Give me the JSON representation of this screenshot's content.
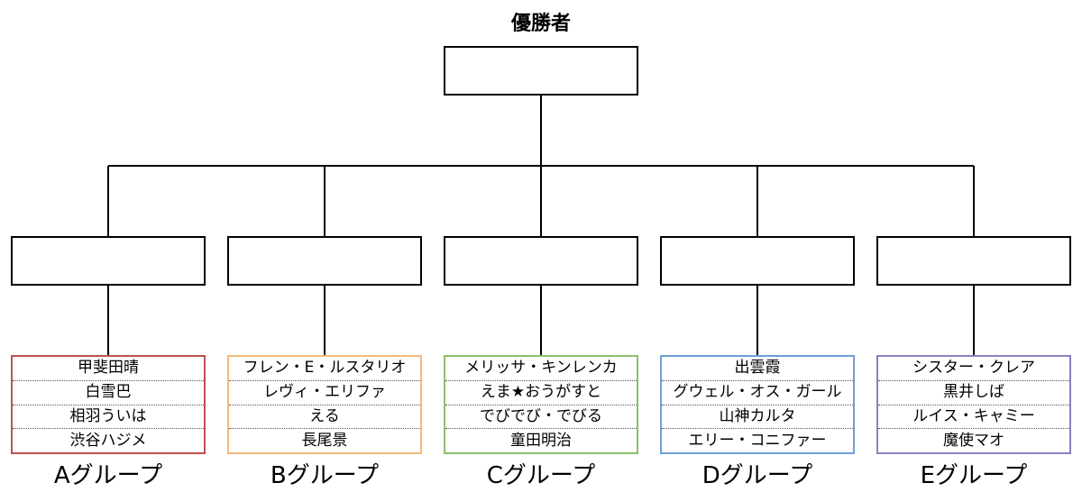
{
  "winner": {
    "title": "優勝者"
  },
  "groups": [
    {
      "label": "Aグループ",
      "color": "#c0504d",
      "members": [
        "甲斐田晴",
        "白雪巴",
        "相羽ういは",
        "渋谷ハジメ"
      ]
    },
    {
      "label": "Bグループ",
      "color": "#f5b97a",
      "members": [
        "フレン・E・ルスタリオ",
        "レヴィ・エリファ",
        "える",
        "長尾景"
      ]
    },
    {
      "label": "Cグループ",
      "color": "#8cbf6d",
      "members": [
        "メリッサ・キンレンカ",
        "えま★おうがすと",
        "でびでび・でびる",
        "童田明治"
      ]
    },
    {
      "label": "Dグループ",
      "color": "#6f9fd8",
      "members": [
        "出雲霞",
        "グウェル・オス・ガール",
        "山神カルタ",
        "エリー・コニファー"
      ]
    },
    {
      "label": "Eグループ",
      "color": "#8f80c0",
      "members": [
        "シスター・クレア",
        "黒井しば",
        "ルイス・キャミー",
        "魔使マオ"
      ]
    }
  ]
}
